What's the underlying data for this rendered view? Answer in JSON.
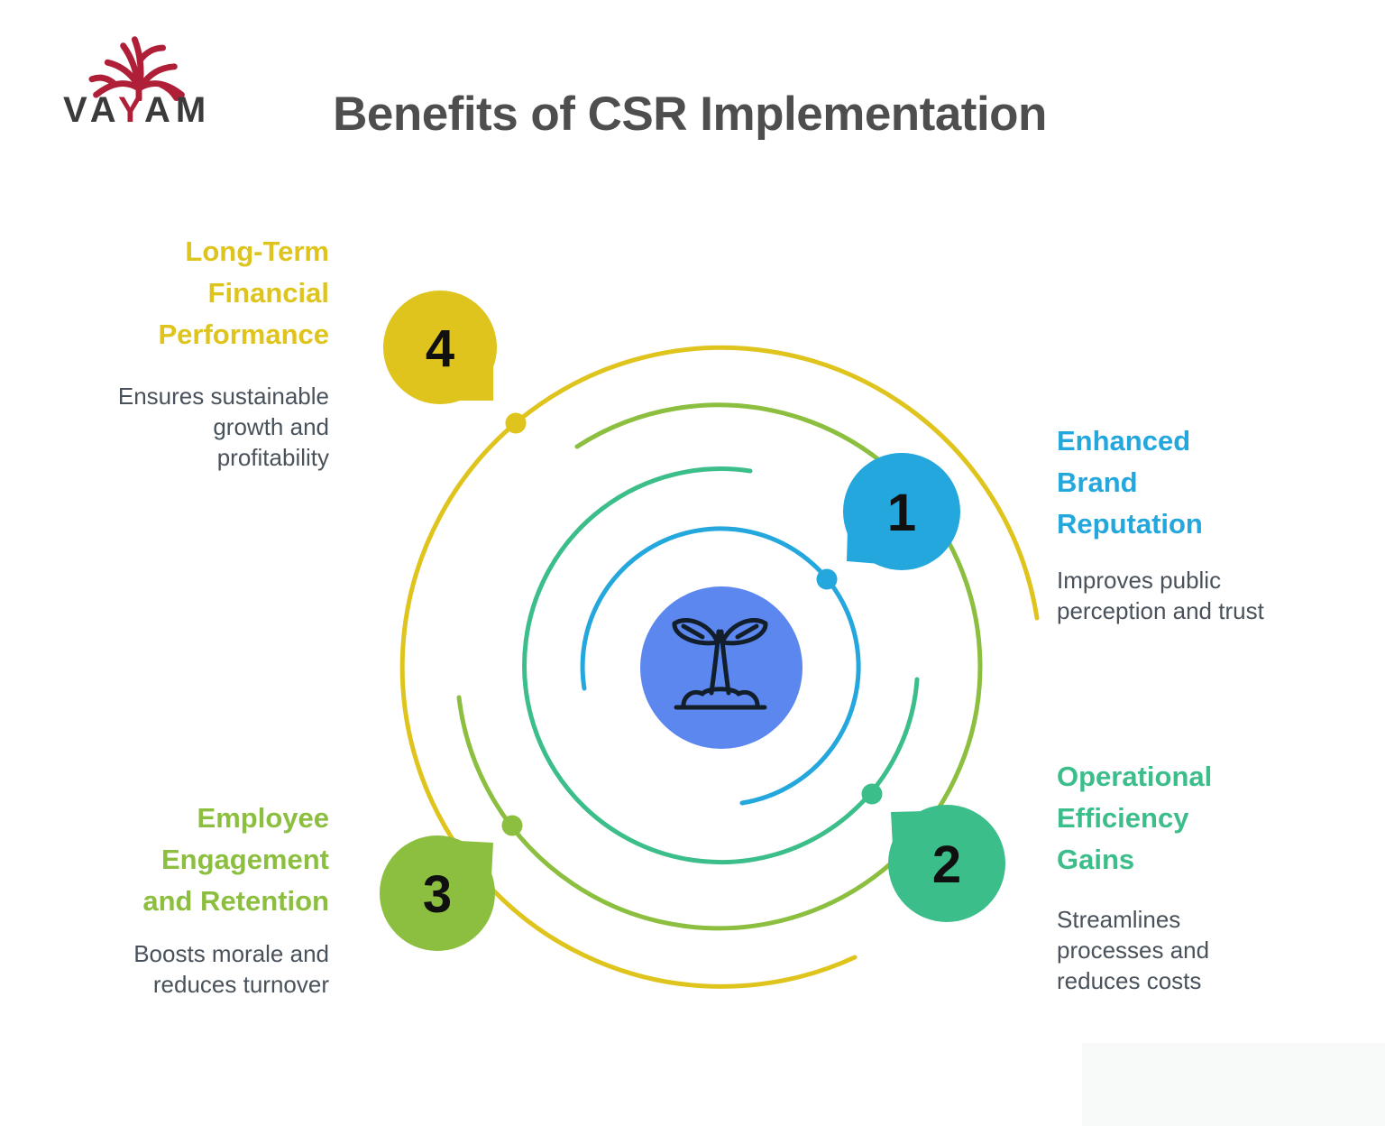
{
  "header": {
    "logo": {
      "text_pre": "VA",
      "text_accent": "Y",
      "text_post": "AM",
      "icon": "vayam-tree-icon",
      "accent_color": "#AF2038",
      "text_color": "#3B3B3B"
    },
    "title": "Benefits of CSR Implementation",
    "title_color": "#4E4E4E"
  },
  "diagram": {
    "center_icon": "sprout-icon",
    "center_color": "#5B87EF",
    "icon_stroke": "#131E2B",
    "number_color": "#101010"
  },
  "text_color": "#49525A",
  "benefits": [
    {
      "number": "1",
      "title": "Enhanced\nBrand\nReputation",
      "description": "Improves public\nperception and trust",
      "color": "#24A7DD"
    },
    {
      "number": "2",
      "title": "Operational\nEfficiency\nGains",
      "description": "Streamlines\nprocesses and\nreduces costs",
      "color": "#3CBE8B"
    },
    {
      "number": "3",
      "title": "Employee\nEngagement\nand Retention",
      "description": "Boosts morale and\nreduces turnover",
      "color": "#8CBF3F"
    },
    {
      "number": "4",
      "title": "Long-Term\nFinancial\nPerformance",
      "description": "Ensures sustainable\ngrowth and\nprofitability",
      "color": "#DFC41D"
    }
  ]
}
